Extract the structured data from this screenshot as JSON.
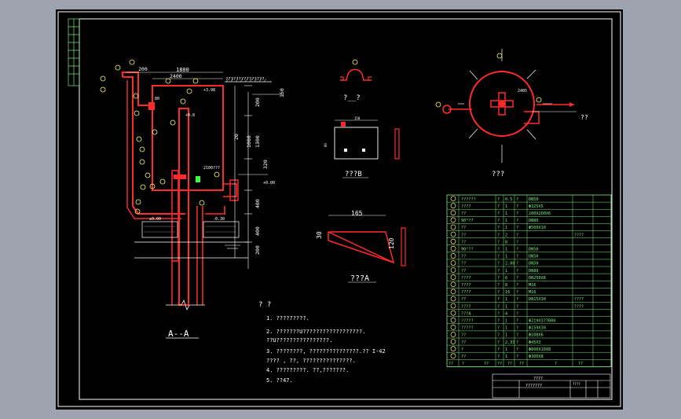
{
  "views": {
    "section_aa": "A--A",
    "view_top": "?__?",
    "view_b": "???B",
    "view_a": "???A",
    "view_plan": "???"
  },
  "dims": {
    "d1800": "1800",
    "d200_top": "200",
    "d200_right": "200",
    "d150": "150",
    "d20": "20",
    "d1060": "1060",
    "d1300": "1300",
    "d320": "320",
    "d400a": "400",
    "d400b": "400",
    "d200b": "200",
    "d165": "165",
    "d30": "30",
    "d120": "120",
    "d150w": "150",
    "d80": "80",
    "d2405": "2405",
    "el_top": "+3.98",
    "el_mid": "+0.8",
    "el_low": "+0.00",
    "el_a": "±0.00",
    "el_b": "-0.30",
    "d2100": "2100???",
    "d2400": "2400",
    "hatch_label": "???????????????",
    "arrow_label": "??"
  },
  "notes": {
    "title": "? ?",
    "items": [
      "1.  ?????????.",
      "2.  ???????U??????????????????.",
      "    ??U????????????????.",
      "3.  ????????, ???????????????.?? I-42",
      "    ???? , ??, ???????????????.",
      "4.  ?????????. ??,???????.",
      "5.  ??47."
    ]
  },
  "bom": {
    "rows": [
      {
        "no": "20",
        "name": "??????",
        "unit": "?",
        "qty": "0.5",
        "mat": "?",
        "spec": "DN50"
      },
      {
        "no": "19",
        "name": "????",
        "unit": "?",
        "qty": "1",
        "mat": "?",
        "spec": "Φ325X5"
      },
      {
        "no": "18",
        "name": "??",
        "unit": "?",
        "qty": "1",
        "mat": "?",
        "spec": "200X200X6"
      },
      {
        "no": "17",
        "name": "90°??",
        "unit": "?",
        "qty": "1",
        "mat": "?",
        "spec": "DN80"
      },
      {
        "no": "16",
        "name": "??",
        "unit": "?",
        "qty": "1",
        "mat": "?",
        "spec": "Φ500X10"
      },
      {
        "no": "15",
        "name": "??",
        "unit": "?",
        "qty": "2",
        "mat": "?",
        "spec": ""
      },
      {
        "no": "14",
        "name": "??",
        "unit": "?",
        "qty": "8",
        "mat": "?",
        "spec": ""
      },
      {
        "no": "13",
        "name": "90°??",
        "unit": "?",
        "qty": "1",
        "mat": "?",
        "spec": "DN50"
      },
      {
        "no": "12",
        "name": "??",
        "unit": "?",
        "qty": "1",
        "mat": "?",
        "spec": "DN50"
      },
      {
        "no": "11",
        "name": "??",
        "unit": "?",
        "qty": "2.00",
        "mat": "?",
        "spec": "DN50"
      },
      {
        "no": "10",
        "name": "??",
        "unit": "?",
        "qty": "1",
        "mat": "?",
        "spec": "DN80"
      },
      {
        "no": "9",
        "name": "????",
        "unit": "?",
        "qty": "6",
        "mat": "?",
        "spec": "DN250X8"
      },
      {
        "no": "8",
        "name": "????",
        "unit": "?",
        "qty": "8",
        "mat": "?",
        "spec": "M16"
      },
      {
        "no": "7",
        "name": "????",
        "unit": "?",
        "qty": "16",
        "mat": "?",
        "spec": "M10"
      },
      {
        "no": "6",
        "name": "??",
        "unit": "?",
        "qty": "1",
        "mat": "?",
        "spec": "DN15X30"
      },
      {
        "no": "5",
        "name": "????",
        "unit": "?",
        "qty": "1",
        "mat": "?",
        "spec": ""
      },
      {
        "no": "4",
        "name": "???A",
        "unit": "?",
        "qty": "4",
        "mat": "?",
        "spec": ""
      },
      {
        "no": "3",
        "name": "?????",
        "unit": "?",
        "qty": "1",
        "mat": "?",
        "spec": "Φ219X3?7000"
      },
      {
        "no": "2",
        "name": "?????",
        "unit": "?",
        "qty": "1",
        "mat": "?",
        "spec": "Φ159X30"
      },
      {
        "no": "1",
        "name": "??",
        "unit": "?",
        "qty": "1",
        "mat": "?",
        "spec": "Φ108X6"
      },
      {
        "no": "",
        "name": "??",
        "unit": "?",
        "qty": "2.33",
        "mat": "?",
        "spec": "Φ45X3"
      },
      {
        "no": "",
        "name": "?",
        "unit": "?",
        "qty": "1",
        "mat": "?",
        "spec": "Φ800X10X8"
      },
      {
        "no": "",
        "name": "??",
        "unit": "?",
        "qty": "1",
        "mat": "?",
        "spec": "Φ300X8"
      }
    ],
    "notes_col": [
      "????",
      "????",
      "????"
    ],
    "header": [
      "??",
      "?",
      "??",
      "??",
      "??",
      "??",
      "?",
      "??"
    ]
  },
  "title_block": {
    "label": "????",
    "drawing_name": "???????",
    "ref": "????"
  },
  "colors": {
    "background": "#000000",
    "frame": "#ffffff",
    "pipe": "#ff2a2a",
    "table": "#7ff07f",
    "balloon": "#ffff66"
  }
}
